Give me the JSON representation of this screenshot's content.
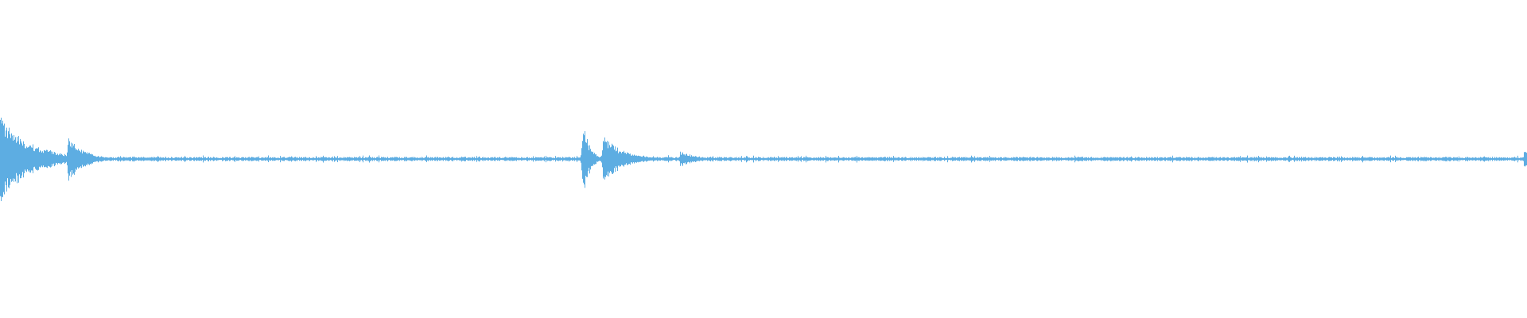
{
  "waveform": {
    "color": "#5dade2",
    "background": "#ffffff",
    "amplitude_peak": 1.0,
    "transients": [
      {
        "time": 0.0,
        "amplitude": 0.95,
        "decay": 0.02
      },
      {
        "time": 0.0445,
        "amplitude": 0.5,
        "decay": 0.01
      },
      {
        "time": 0.3815,
        "amplitude": 0.98,
        "decay": 0.004
      },
      {
        "time": 0.395,
        "amplitude": 0.55,
        "decay": 0.012
      },
      {
        "time": 0.4455,
        "amplitude": 0.18,
        "decay": 0.01
      },
      {
        "time": 0.9985,
        "amplitude": 0.3,
        "decay": 0.002
      }
    ],
    "noise_floor": 0.045
  }
}
